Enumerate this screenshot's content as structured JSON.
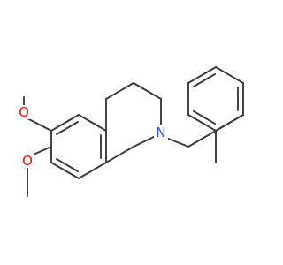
{
  "molecule": {
    "atoms": {
      "O_top": {
        "symbol": "O",
        "color": "#ff0d0d"
      },
      "O_bottom": {
        "symbol": "O",
        "color": "#ff0d0d"
      },
      "N_ring": {
        "symbol": "N",
        "color": "#3050f8"
      }
    },
    "bond_color": "#3a3a3a",
    "background": "#ffffff"
  }
}
